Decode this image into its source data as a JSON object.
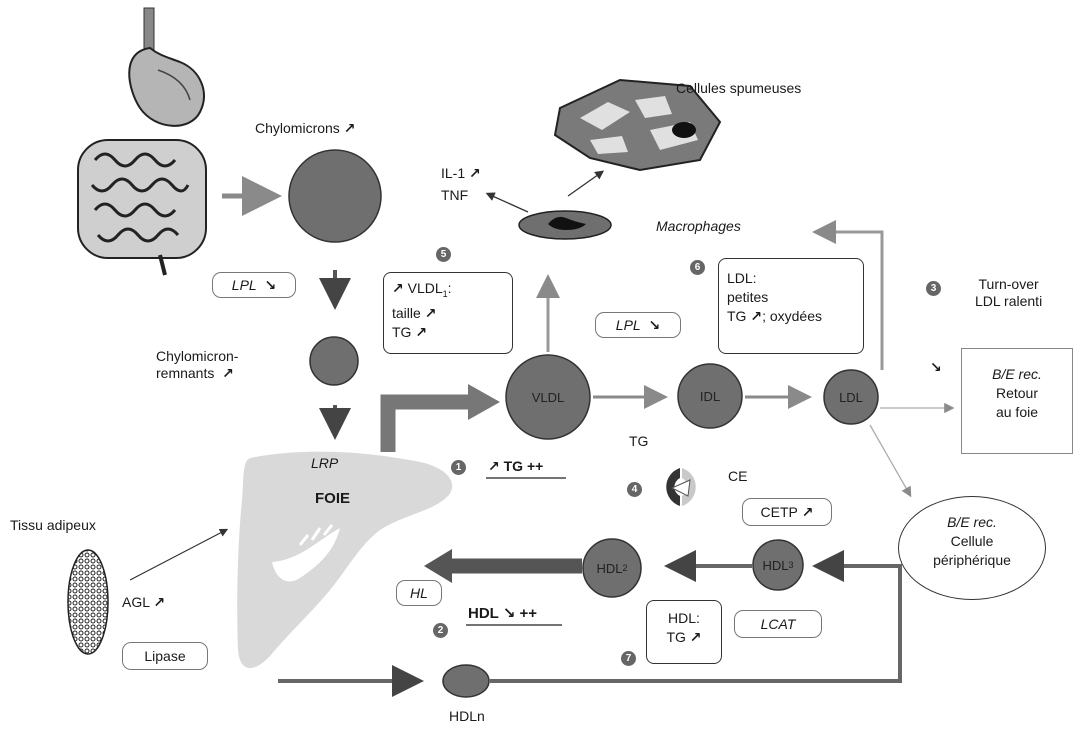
{
  "labels": {
    "chylomicrons": "Chylomicrons",
    "chylomicron_remnants_1": "Chylomicron-",
    "chylomicron_remnants_2": "remnants",
    "cellules_spumeuses": "Cellules spumeuses",
    "il1": "IL-1",
    "tnf": "TNF",
    "macrophages": "Macrophages",
    "lrp": "LRP",
    "foie": "FOIE",
    "tissu_adipeux": "Tissu adipeux",
    "agl": "AGL",
    "tg_cycle": "TG",
    "ce_cycle": "CE",
    "hdln": "HDLn",
    "turnover_1": "Turn-over",
    "turnover_2": "LDL ralenti",
    "tg_plus": "TG ++",
    "hdl_plus": "HDL",
    "hdl_plus_suffix": "++"
  },
  "circles": {
    "vldl": "VLDL",
    "idl": "IDL",
    "ldl": "LDL",
    "hdl2": "HDL",
    "hdl2_sub": "2",
    "hdl3": "HDL",
    "hdl3_sub": "3"
  },
  "enzymes": {
    "lpl_1": "LPL",
    "lpl_2": "LPL",
    "hl": "HL",
    "lcat": "LCAT",
    "cetp": "CETP",
    "lipase": "Lipase"
  },
  "boxes": {
    "vldl_box_line1_a": "VLDL",
    "vldl_box_line1_sub": "1",
    "vldl_box_line1_b": ":",
    "vldl_box_line2": "taille",
    "vldl_box_line3": "TG",
    "ldl_box_line1": "LDL:",
    "ldl_box_line2": "petites",
    "ldl_box_line3_a": "TG",
    "ldl_box_line3_b": "; oxydées",
    "be_rec_1_italic": "B/E rec.",
    "be_rec_1_line2": "Retour",
    "be_rec_1_line3": "au foie",
    "be_rec_2_italic": "B/E rec.",
    "be_rec_2_line2": "Cellule",
    "be_rec_2_line3": "périphérique",
    "hdl_box_line1": "HDL:",
    "hdl_box_line2": "TG"
  },
  "step_numbers": [
    "1",
    "2",
    "3",
    "4",
    "5",
    "6",
    "7"
  ],
  "arrow_glyphs": {
    "up": "↗",
    "down": "↘"
  },
  "colors": {
    "particle_fill": "#6f6f6f",
    "liver_fill": "#d9d9d9",
    "arrow_gray": "#8a8a8a",
    "arrow_dark": "#555555"
  },
  "icons": [
    "digestive-tract-icon",
    "liver-icon",
    "adipose-tissue-icon",
    "macrophage-icon",
    "foam-cells-icon",
    "cycle-icon"
  ]
}
